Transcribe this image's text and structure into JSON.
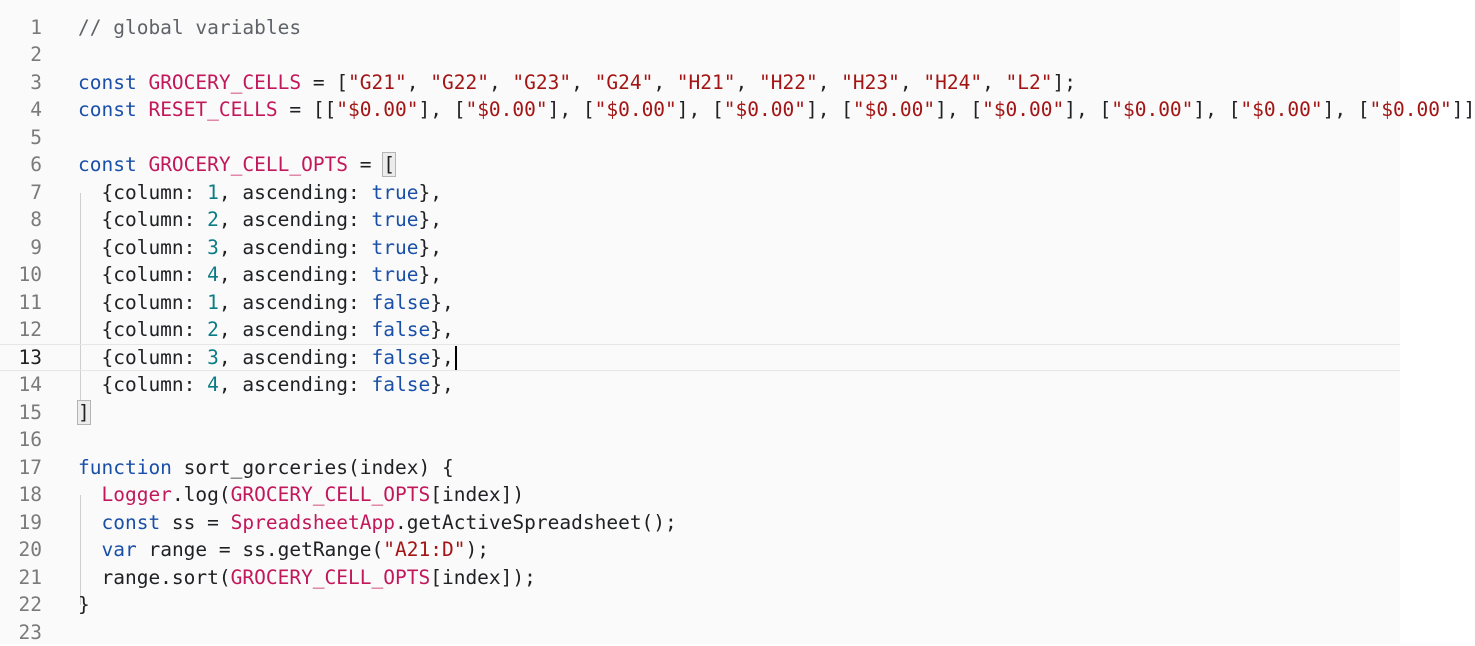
{
  "editor": {
    "active_line": 13,
    "lines": [
      {
        "n": "1",
        "tokens": [
          {
            "t": "// global variables",
            "c": "cm"
          }
        ]
      },
      {
        "n": "2",
        "tokens": []
      },
      {
        "n": "3",
        "tokens": [
          {
            "t": "const",
            "c": "kw"
          },
          {
            "t": " "
          },
          {
            "t": "GROCERY_CELLS",
            "c": "id"
          },
          {
            "t": " = ["
          },
          {
            "t": "\"G21\"",
            "c": "str"
          },
          {
            "t": ", "
          },
          {
            "t": "\"G22\"",
            "c": "str"
          },
          {
            "t": ", "
          },
          {
            "t": "\"G23\"",
            "c": "str"
          },
          {
            "t": ", "
          },
          {
            "t": "\"G24\"",
            "c": "str"
          },
          {
            "t": ", "
          },
          {
            "t": "\"H21\"",
            "c": "str"
          },
          {
            "t": ", "
          },
          {
            "t": "\"H22\"",
            "c": "str"
          },
          {
            "t": ", "
          },
          {
            "t": "\"H23\"",
            "c": "str"
          },
          {
            "t": ", "
          },
          {
            "t": "\"H24\"",
            "c": "str"
          },
          {
            "t": ", "
          },
          {
            "t": "\"L2\"",
            "c": "str"
          },
          {
            "t": "];"
          }
        ]
      },
      {
        "n": "4",
        "tokens": [
          {
            "t": "const",
            "c": "kw"
          },
          {
            "t": " "
          },
          {
            "t": "RESET_CELLS",
            "c": "id"
          },
          {
            "t": " = [["
          },
          {
            "t": "\"$0.00\"",
            "c": "str"
          },
          {
            "t": "], ["
          },
          {
            "t": "\"$0.00\"",
            "c": "str"
          },
          {
            "t": "], ["
          },
          {
            "t": "\"$0.00\"",
            "c": "str"
          },
          {
            "t": "], ["
          },
          {
            "t": "\"$0.00\"",
            "c": "str"
          },
          {
            "t": "], ["
          },
          {
            "t": "\"$0.00\"",
            "c": "str"
          },
          {
            "t": "], ["
          },
          {
            "t": "\"$0.00\"",
            "c": "str"
          },
          {
            "t": "], ["
          },
          {
            "t": "\"$0.00\"",
            "c": "str"
          },
          {
            "t": "], ["
          },
          {
            "t": "\"$0.00\"",
            "c": "str"
          },
          {
            "t": "], ["
          },
          {
            "t": "\"$0.00\"",
            "c": "str"
          },
          {
            "t": "]]"
          }
        ]
      },
      {
        "n": "5",
        "tokens": []
      },
      {
        "n": "6",
        "tokens": [
          {
            "t": "const",
            "c": "kw"
          },
          {
            "t": " "
          },
          {
            "t": "GROCERY_CELL_OPTS",
            "c": "id"
          },
          {
            "t": " = "
          },
          {
            "t": "[",
            "c": "bracket"
          }
        ]
      },
      {
        "n": "7",
        "tokens": [
          {
            "t": "  {column: "
          },
          {
            "t": "1",
            "c": "num"
          },
          {
            "t": ", ascending: "
          },
          {
            "t": "true",
            "c": "kw"
          },
          {
            "t": "},"
          }
        ]
      },
      {
        "n": "8",
        "tokens": [
          {
            "t": "  {column: "
          },
          {
            "t": "2",
            "c": "num"
          },
          {
            "t": ", ascending: "
          },
          {
            "t": "true",
            "c": "kw"
          },
          {
            "t": "},"
          }
        ]
      },
      {
        "n": "9",
        "tokens": [
          {
            "t": "  {column: "
          },
          {
            "t": "3",
            "c": "num"
          },
          {
            "t": ", ascending: "
          },
          {
            "t": "true",
            "c": "kw"
          },
          {
            "t": "},"
          }
        ]
      },
      {
        "n": "10",
        "tokens": [
          {
            "t": "  {column: "
          },
          {
            "t": "4",
            "c": "num"
          },
          {
            "t": ", ascending: "
          },
          {
            "t": "true",
            "c": "kw"
          },
          {
            "t": "},"
          }
        ]
      },
      {
        "n": "11",
        "tokens": [
          {
            "t": "  {column: "
          },
          {
            "t": "1",
            "c": "num"
          },
          {
            "t": ", ascending: "
          },
          {
            "t": "false",
            "c": "kw"
          },
          {
            "t": "},"
          }
        ]
      },
      {
        "n": "12",
        "tokens": [
          {
            "t": "  {column: "
          },
          {
            "t": "2",
            "c": "num"
          },
          {
            "t": ", ascending: "
          },
          {
            "t": "false",
            "c": "kw"
          },
          {
            "t": "},"
          }
        ]
      },
      {
        "n": "13",
        "tokens": [
          {
            "t": "  {column: "
          },
          {
            "t": "3",
            "c": "num"
          },
          {
            "t": ", ascending: "
          },
          {
            "t": "false",
            "c": "kw"
          },
          {
            "t": "},"
          }
        ],
        "cursor": true
      },
      {
        "n": "14",
        "tokens": [
          {
            "t": "  {column: "
          },
          {
            "t": "4",
            "c": "num"
          },
          {
            "t": ", ascending: "
          },
          {
            "t": "false",
            "c": "kw"
          },
          {
            "t": "},"
          }
        ]
      },
      {
        "n": "15",
        "tokens": [
          {
            "t": "]",
            "c": "bracket"
          }
        ]
      },
      {
        "n": "16",
        "tokens": []
      },
      {
        "n": "17",
        "tokens": [
          {
            "t": "function",
            "c": "kw"
          },
          {
            "t": " sort_gorceries(index) {"
          }
        ]
      },
      {
        "n": "18",
        "tokens": [
          {
            "t": "  "
          },
          {
            "t": "Logger",
            "c": "id"
          },
          {
            "t": ".log("
          },
          {
            "t": "GROCERY_CELL_OPTS",
            "c": "id"
          },
          {
            "t": "[index])"
          }
        ]
      },
      {
        "n": "19",
        "tokens": [
          {
            "t": "  "
          },
          {
            "t": "const",
            "c": "kw"
          },
          {
            "t": " ss = "
          },
          {
            "t": "SpreadsheetApp",
            "c": "id"
          },
          {
            "t": ".getActiveSpreadsheet();"
          }
        ]
      },
      {
        "n": "20",
        "tokens": [
          {
            "t": "  "
          },
          {
            "t": "var",
            "c": "kw"
          },
          {
            "t": " range = ss.getRange("
          },
          {
            "t": "\"A21:D\"",
            "c": "str"
          },
          {
            "t": ");"
          }
        ]
      },
      {
        "n": "21",
        "tokens": [
          {
            "t": "  range.sort("
          },
          {
            "t": "GROCERY_CELL_OPTS",
            "c": "id"
          },
          {
            "t": "[index]);"
          }
        ]
      },
      {
        "n": "22",
        "tokens": [
          {
            "t": "}"
          }
        ]
      },
      {
        "n": "23",
        "tokens": []
      }
    ]
  }
}
